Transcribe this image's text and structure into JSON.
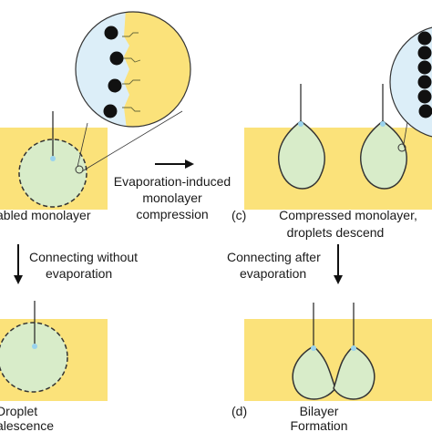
{
  "colors": {
    "water": "#fbe27a",
    "droplet": "#d8ecc9",
    "inset_left": "#dceef8",
    "inset_right": "#fbe27a",
    "dot": "#2a9fd6",
    "molecule": "#111111",
    "stroke": "#333333"
  },
  "labels": {
    "panel_a": "abled monolayer",
    "arrow_top_line1": "Evaporation-induced",
    "arrow_top_line2": "monolayer",
    "arrow_top_line3": "compression",
    "panel_c_letter": "(c)",
    "panel_c_line1": "Compressed monolayer,",
    "panel_c_line2": "droplets descend",
    "arrow_left_line1": "Connecting without",
    "arrow_left_line2": "evaporation",
    "arrow_right_line1": "Connecting after",
    "arrow_right_line2": "evaporation",
    "panel_b_line1": "Droplet",
    "panel_b_line2": "alescence",
    "panel_d_letter": "(d)",
    "panel_d_line1": "Bilayer",
    "panel_d_line2": "Formation"
  }
}
